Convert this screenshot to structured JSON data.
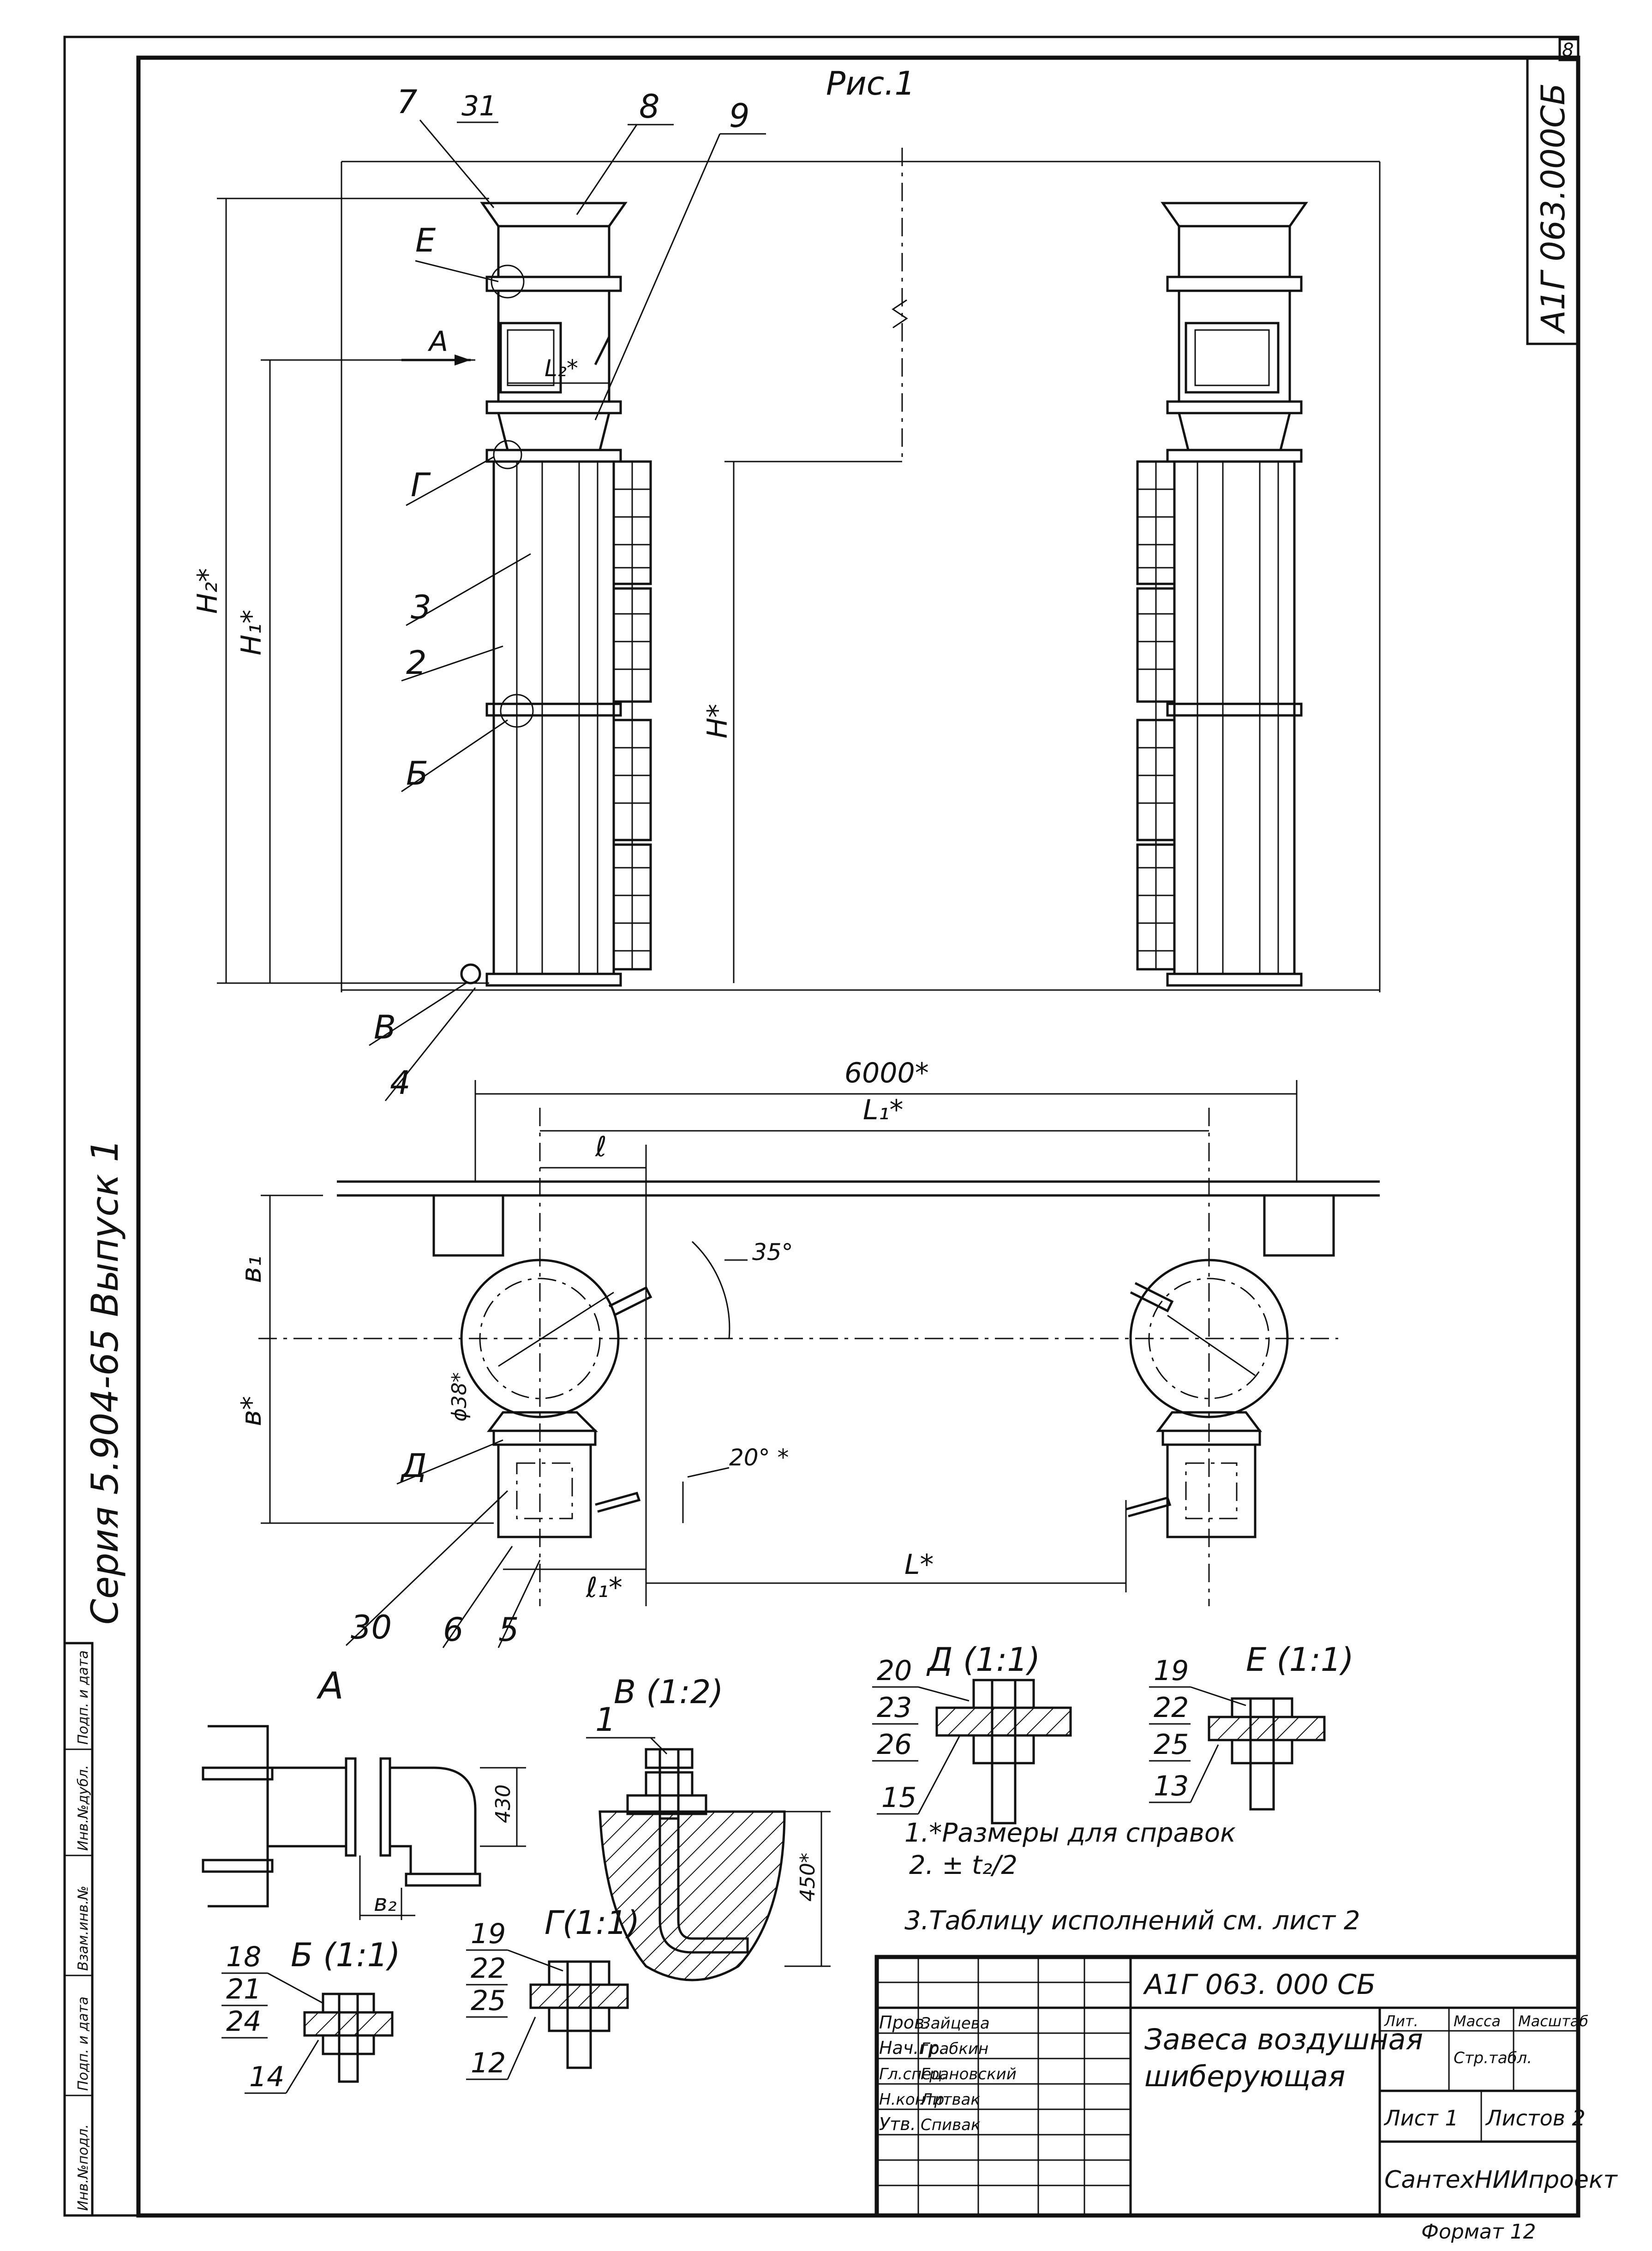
{
  "sheet": {
    "page_number": "8",
    "code_vertical": "А1Г 063.000СБ",
    "series": "Серия 5.904-65 Выпуск 1",
    "figure_title": "Рис.1"
  },
  "elevation": {
    "callouts_top": [
      "7",
      "31",
      "8",
      "9"
    ],
    "callouts_left": [
      "Е",
      "Г",
      "3",
      "2",
      "Б",
      "В",
      "4"
    ],
    "view_marker": "А",
    "dims": {
      "l2": "L₂*",
      "h2": "H₂*",
      "h1": "H₁*",
      "h": "H*"
    }
  },
  "plan": {
    "dims": {
      "overall": "6000*",
      "l1": "L₁*",
      "l": "ℓ",
      "b1": "в₁",
      "b": "в*",
      "d38": "ϕ38*",
      "angle35": "35°",
      "angle20": "20° *",
      "l_small": "ℓ₁*",
      "L": "L*"
    },
    "callouts": [
      "Д",
      "30",
      "6",
      "5"
    ]
  },
  "details": {
    "view_a": {
      "title": "А",
      "dim_430": "430",
      "dim_b2": "в₂"
    },
    "view_v": {
      "title": "В (1:2)",
      "callout": "1",
      "dim_450": "450*"
    },
    "view_d": {
      "title": "Д (1:1)",
      "items": [
        "20",
        "23",
        "26"
      ],
      "callout": "15"
    },
    "view_e": {
      "title": "Е (1:1)",
      "items": [
        "19",
        "22",
        "25"
      ],
      "callout": "13"
    },
    "view_b": {
      "title": "Б (1:1)",
      "items": [
        "18",
        "21",
        "24"
      ],
      "callout": "14"
    },
    "view_g": {
      "title": "Г(1:1)",
      "items": [
        "19",
        "22",
        "25"
      ],
      "callout": "12"
    }
  },
  "notes": [
    "1.*Размеры для справок",
    "2. ± t₂/2",
    "3.Таблицу исполнений см. лист 2"
  ],
  "title_block": {
    "designation": "А1Г 063. 000 СБ",
    "name_line1": "Завеса воздушная",
    "name_line2": "шиберующая",
    "sheet_label": "Лист 1",
    "sheets_label": "Листов 2",
    "organization": "СантехНИИпроект",
    "format": "Формат 12",
    "scale": "Стр.табл.",
    "roles": [
      {
        "role": "Пров.",
        "name": "Зайцева"
      },
      {
        "role": "Нач.гр.",
        "name": "Грабкин"
      },
      {
        "role": "Гл.спец.",
        "name": "Грановский"
      },
      {
        "role": "Н.контр.",
        "name": "Литвак"
      },
      {
        "role": "Утв.",
        "name": "Спивак"
      }
    ],
    "headers": [
      "Лит.",
      "Масса",
      "Масштаб"
    ]
  },
  "side_stamp": [
    "Инв.№подл.",
    "Подп. и дата",
    "Взам.инв.№",
    "Инв.№дубл.",
    "Подп. и дата"
  ]
}
